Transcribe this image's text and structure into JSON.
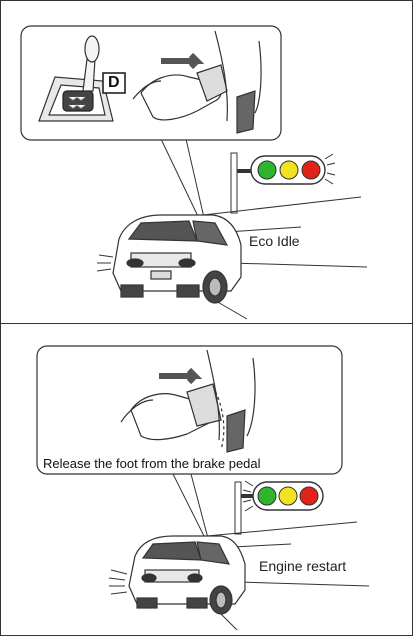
{
  "panels": [
    {
      "status_label": "Eco Idle",
      "gear_indicator": "D",
      "traffic_light_colors": [
        "#2fb52b",
        "#f1e320",
        "#e0221b"
      ]
    },
    {
      "status_label": "Engine restart",
      "callout_caption": "Release the foot from the brake pedal",
      "traffic_light_colors": [
        "#2fb52b",
        "#f1e320",
        "#e0221b"
      ]
    }
  ]
}
